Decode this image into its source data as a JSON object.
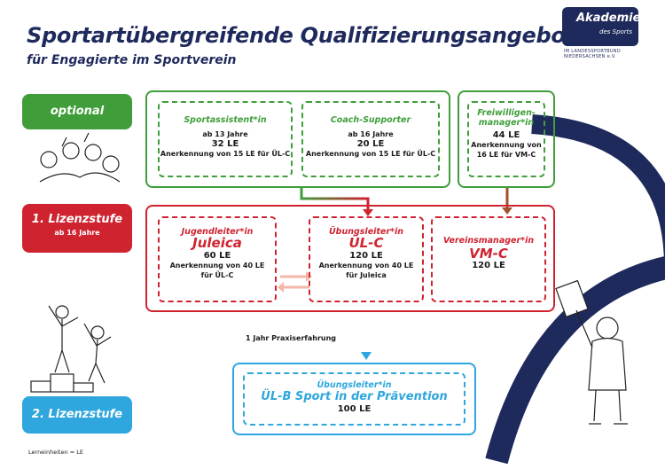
{
  "title": "Sportartübergreifende Qualifizierungsangebote",
  "subtitle": "für Engagierte im Sportverein",
  "logo": {
    "line1": "Akademie",
    "line2": "des Sports",
    "sub": "IM LANDESSPORTBUND NIEDERSACHSEN e.V."
  },
  "levels": {
    "optional": "optional",
    "lizenz1": "1. Lizenzstufe",
    "lizenz1_sub": "ab 16 Jahre",
    "lizenz2": "2. Lizenzstufe"
  },
  "colors": {
    "green": "#3f9e3a",
    "red": "#cf2330",
    "blue": "#2fa6dd",
    "navy": "#1f2a5c"
  },
  "boxes": {
    "sportassistent": {
      "title": "Sportassistent*in",
      "age": "ab 13 Jahre",
      "le": "32 LE",
      "note": "Anerkennung von 15 LE für ÜL-C"
    },
    "coach": {
      "title": "Coach-Supporter",
      "age": "ab 16 Jahre",
      "le": "20 LE",
      "note": "Anerkennung von 15 LE für ÜL-C"
    },
    "freiwilligen": {
      "title1": "Freiwilligen-",
      "title2": "manager*in",
      "le": "44 LE",
      "note1": "Anerkennung von",
      "note2": "16 LE für VM-C"
    },
    "jugendleiter": {
      "title": "Jugendleiter*in",
      "big": "Juleica",
      "le": "60 LE",
      "note1": "Anerkennung von 40 LE",
      "note2": "für ÜL-C"
    },
    "uebungsleiter_c": {
      "title": "Übungsleiter*in",
      "big": "ÜL-C",
      "le": "120 LE",
      "note1": "Anerkennung von 40 LE",
      "note2": "für Juleica"
    },
    "vereinsmanager": {
      "title": "Vereinsmanager*in",
      "big": "VM-C",
      "le": "120 LE"
    },
    "uebungsleiter_b": {
      "title": "Übungsleiter*in",
      "big": "ÜL-B Sport in der Prävention",
      "le": "100 LE"
    }
  },
  "praxis": "1 Jahr Praxiserfahrung",
  "footnote": "Lerneinheiten = LE",
  "illustrations": [
    "group-sports-icon",
    "podium-icon",
    "clipboard-person-icon",
    "swoosh-decoration"
  ]
}
